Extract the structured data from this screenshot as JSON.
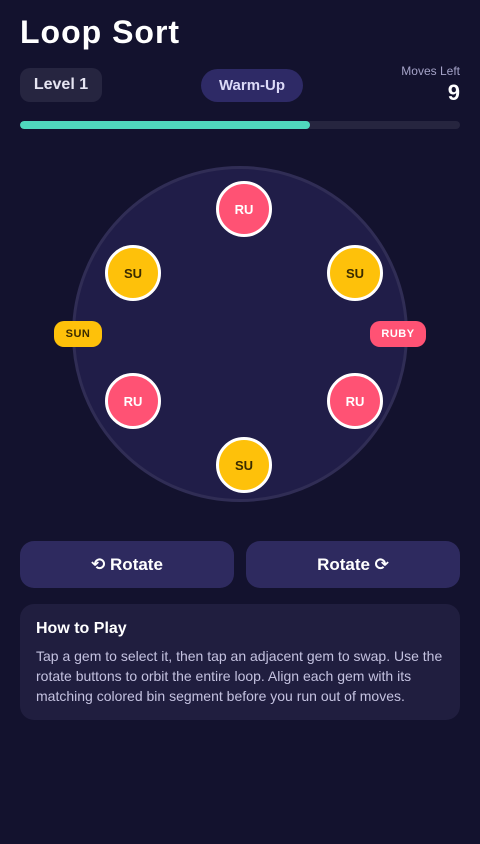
{
  "header": {
    "title": "Loop Sort",
    "level": "Level 1",
    "mode": "Warm-Up",
    "moves_label": "Moves Left",
    "moves_value": "9"
  },
  "progress": {
    "fraction": 0.66,
    "color": "#4fd8bd"
  },
  "board": {
    "gems": [
      {
        "label": "RU",
        "type": "ruby",
        "slot": "top"
      },
      {
        "label": "SU",
        "type": "sun",
        "slot": "top-right"
      },
      {
        "label": "RU",
        "type": "ruby",
        "slot": "bottom-right"
      },
      {
        "label": "SU",
        "type": "sun",
        "slot": "bottom"
      },
      {
        "label": "RU",
        "type": "ruby",
        "slot": "bottom-left"
      },
      {
        "label": "SU",
        "type": "sun",
        "slot": "top-left"
      }
    ],
    "bins": {
      "left": "SUN",
      "right": "RUBY"
    },
    "colors": {
      "ruby": "#ff5274",
      "sun": "#fec10a"
    }
  },
  "controls": {
    "rotate_left": "⟲ Rotate",
    "rotate_right": "Rotate ⟳"
  },
  "help": {
    "title": "How to Play",
    "text": "Tap a gem to select it, then tap an adjacent gem to swap. Use the rotate buttons to orbit the entire loop. Align each gem with its matching colored bin segment before you run out of moves."
  }
}
